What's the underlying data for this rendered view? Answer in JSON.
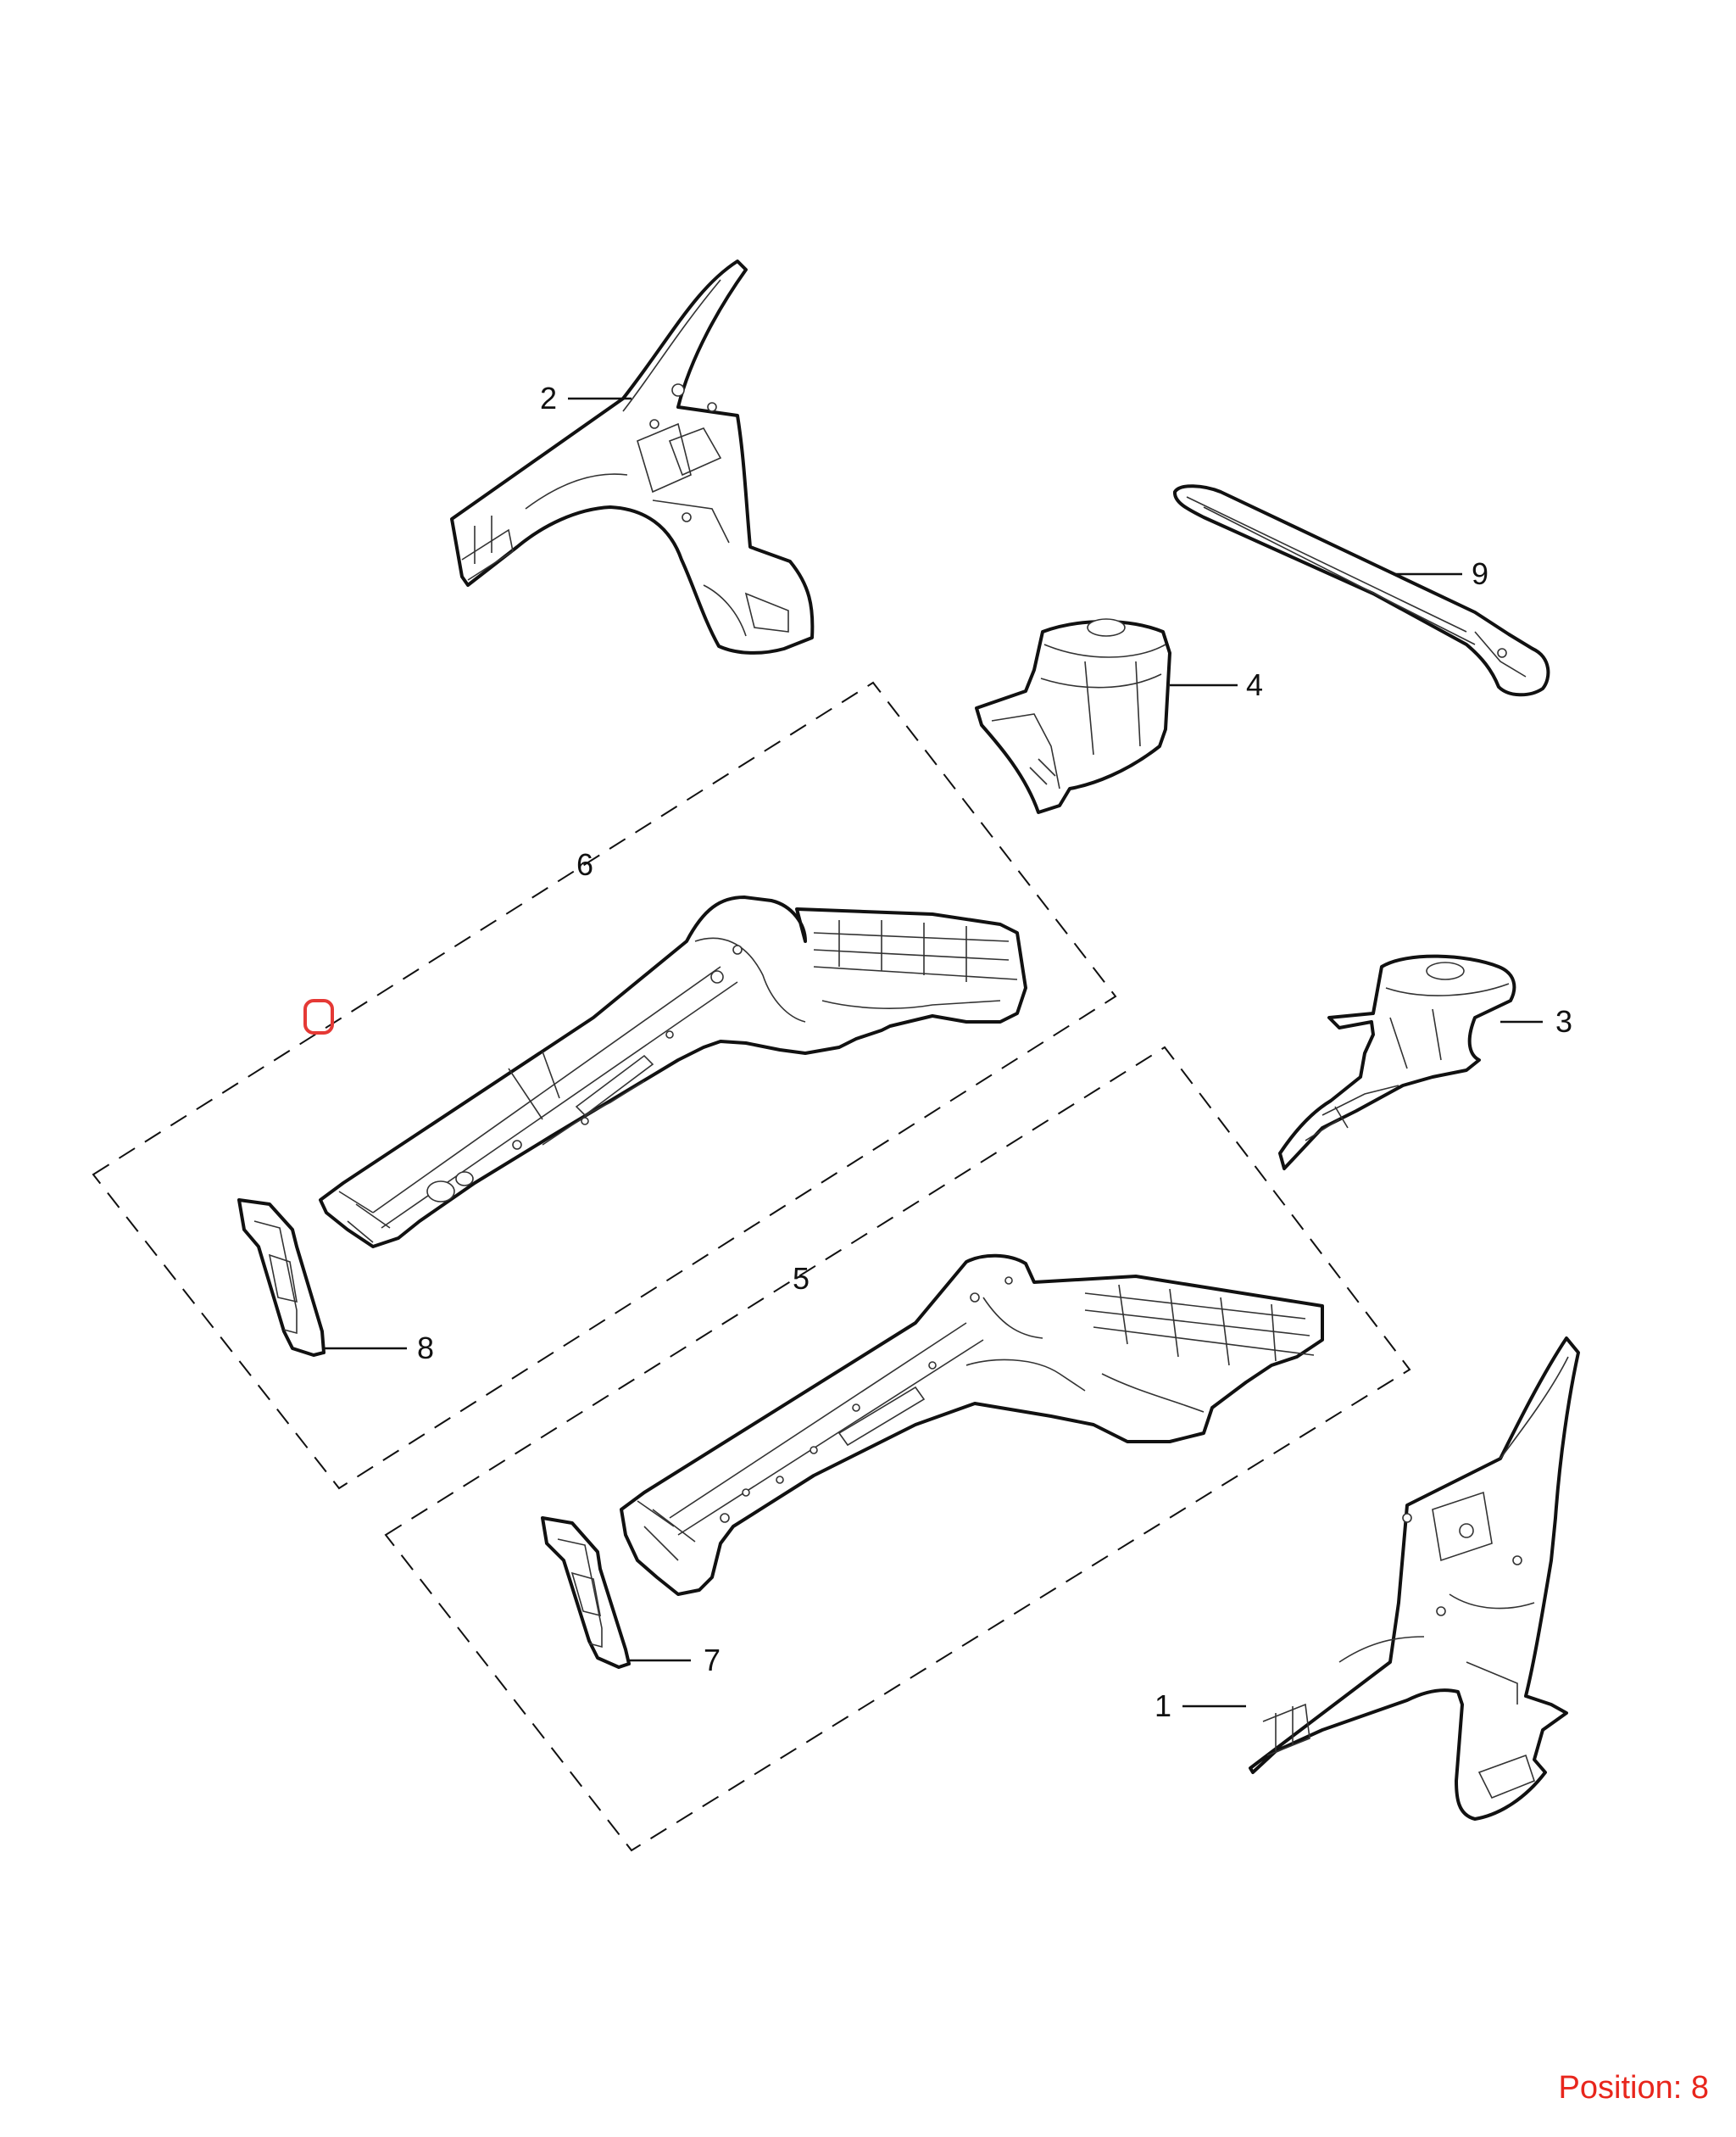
{
  "colors": {
    "line": "#111111",
    "marker": "#e53935",
    "position_text": "#e8261c"
  },
  "callouts": {
    "c1": "1",
    "c2": "2",
    "c3": "3",
    "c4": "4",
    "c5": "5",
    "c6": "6",
    "c7": "7",
    "c8": "8",
    "c9": "9"
  },
  "marker_icon": "rounded-square-marker",
  "position_label": "Position: 8"
}
